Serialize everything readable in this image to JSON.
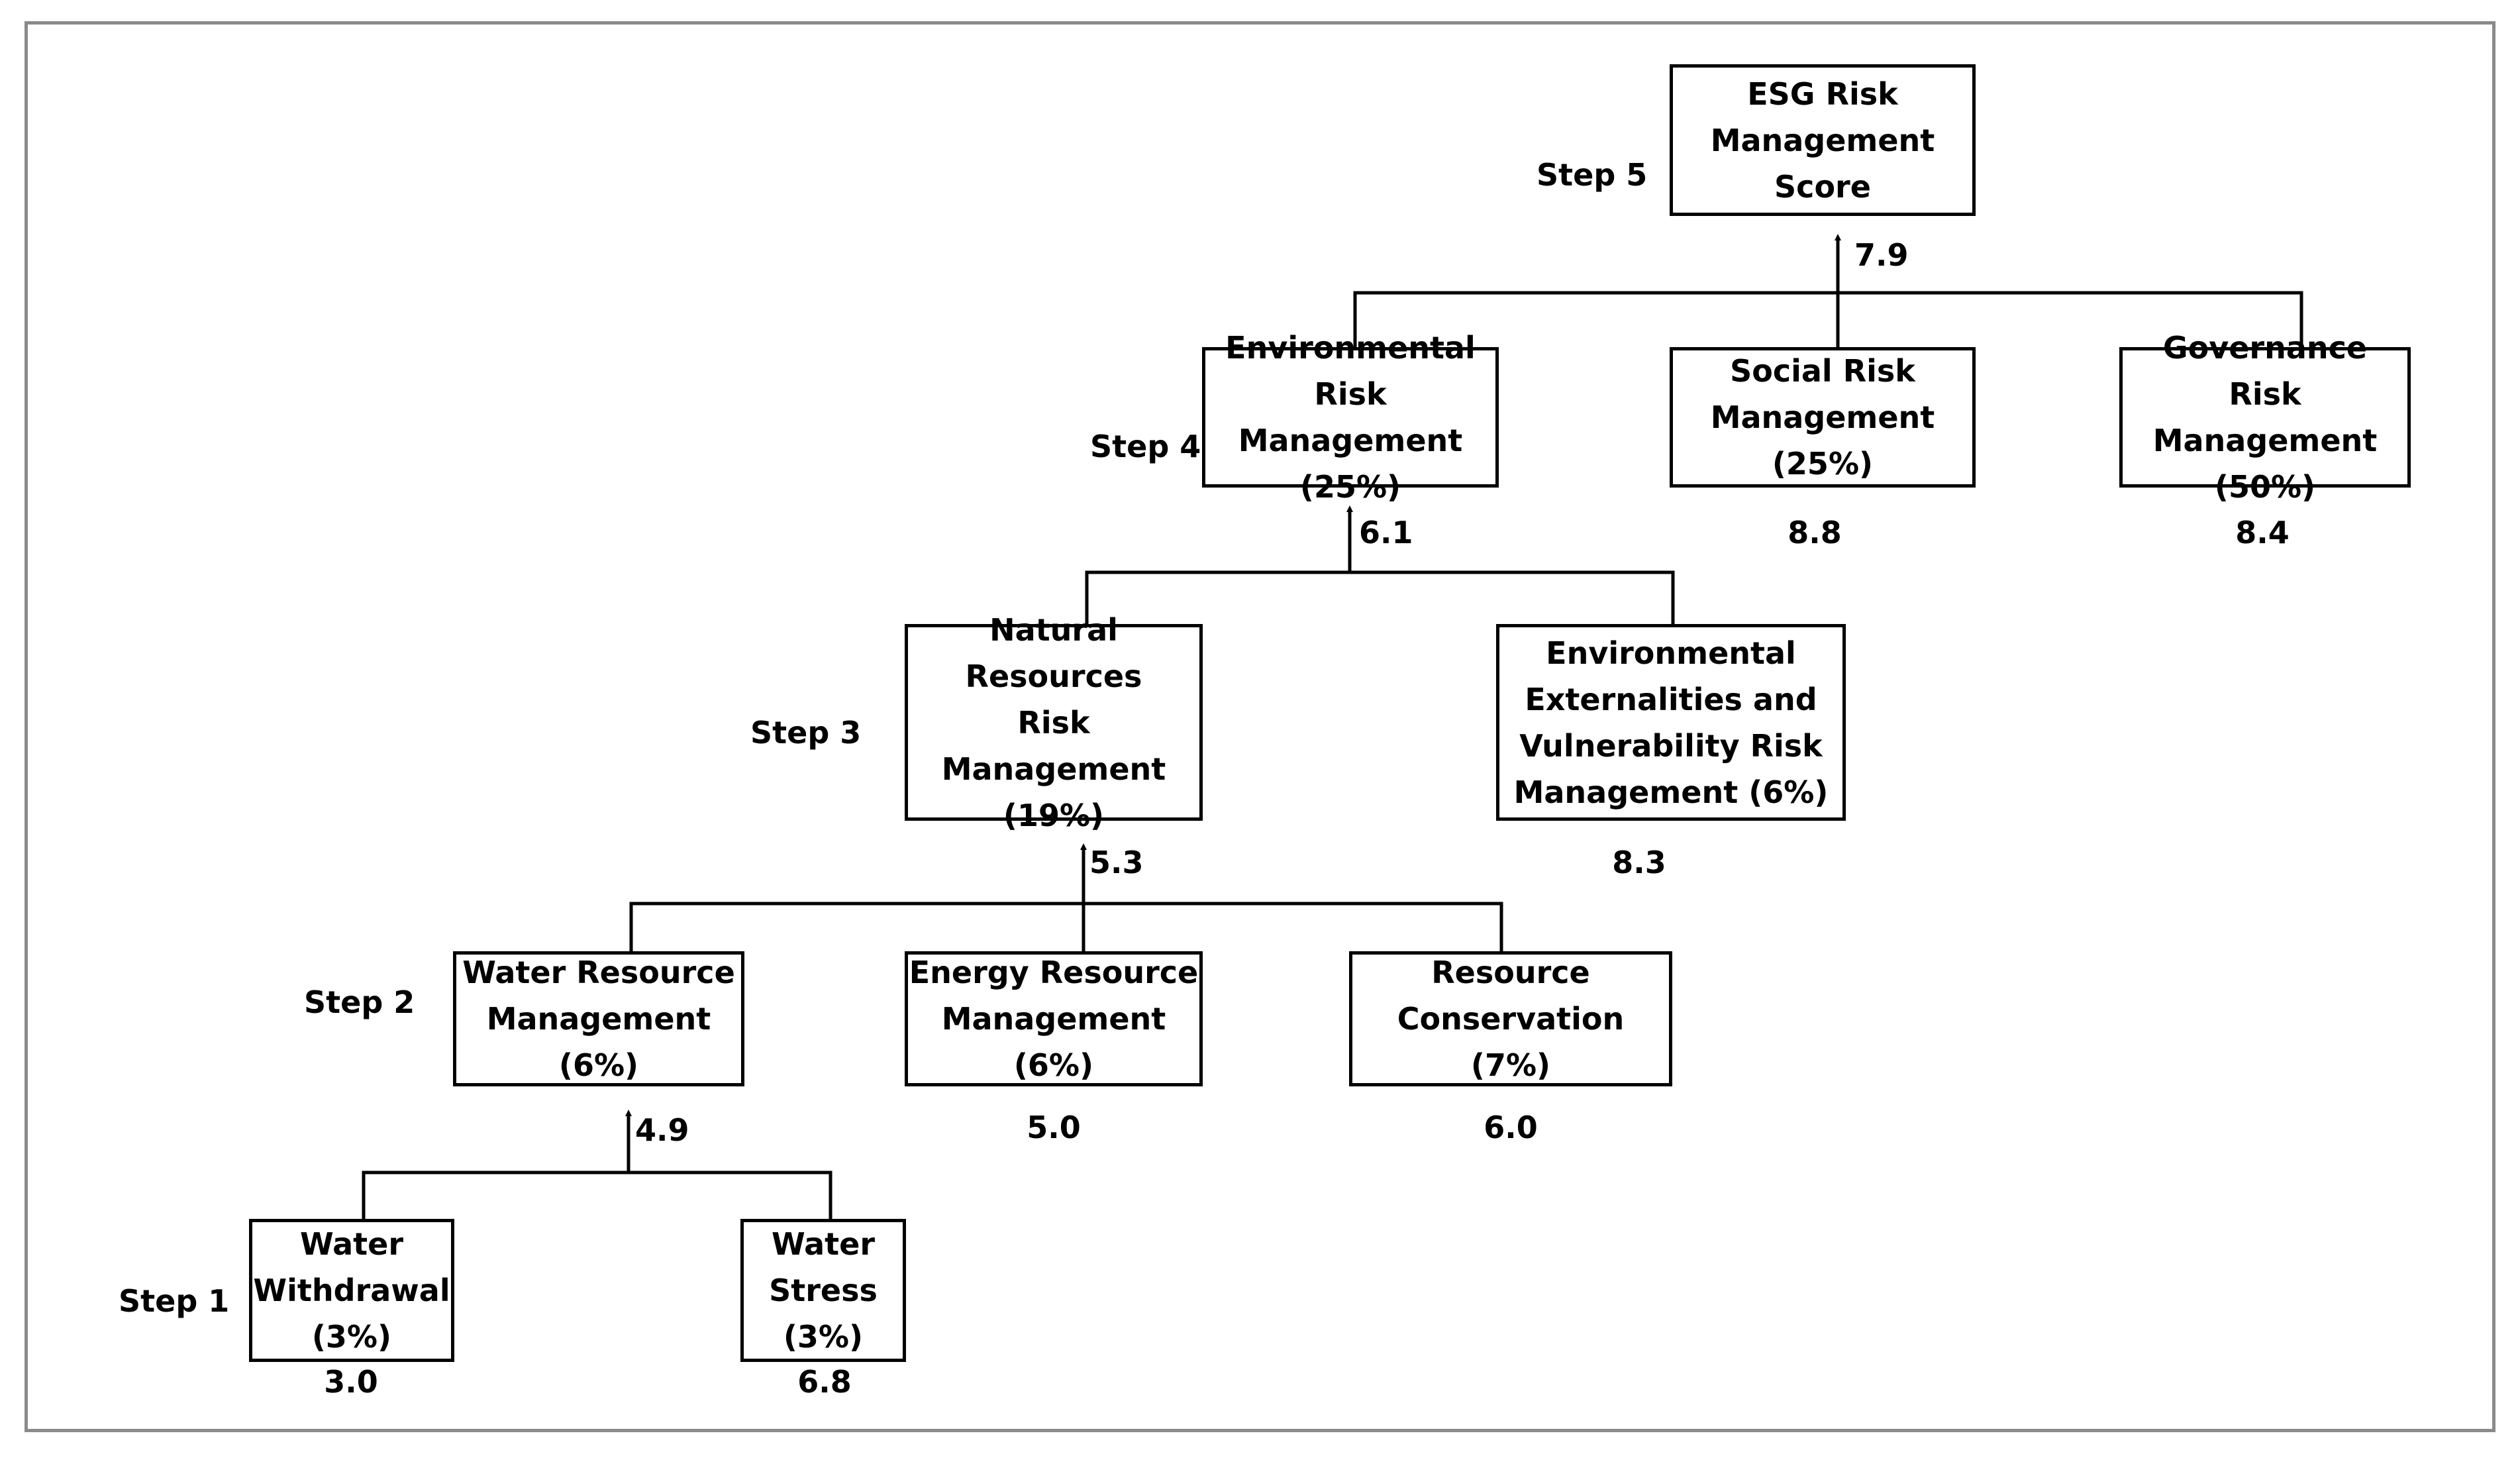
{
  "steps": {
    "step1": "Step 1",
    "step2": "Step 2",
    "step3": "Step 3",
    "step4": "Step 4",
    "step5": "Step 5"
  },
  "nodes": {
    "esg": {
      "label": "ESG Risk\nManagement\nScore",
      "score": "7.9"
    },
    "environmental": {
      "label": "Environmental\nRisk Management\n(25%)",
      "score": "6.1"
    },
    "social": {
      "label": "Social Risk\nManagement\n(25%)",
      "score": "8.8"
    },
    "governance": {
      "label": "Governance Risk\nManagement\n(50%)",
      "score": "8.4"
    },
    "natural_resources": {
      "label": "Natural Resources\nRisk Management\n(19%)",
      "score": "5.3"
    },
    "externalities": {
      "label": "Environmental\nExternalities and\nVulnerability Risk\nManagement (6%)",
      "score": "8.3"
    },
    "water_resource": {
      "label": "Water Resource\nManagement\n(6%)",
      "score": "4.9"
    },
    "energy_resource": {
      "label": "Energy Resource\nManagement\n(6%)",
      "score": "5.0"
    },
    "resource_conservation": {
      "label": "Resource\nConservation (7%)",
      "score": "6.0"
    },
    "water_withdrawal": {
      "label": "Water\nWithdrawal\n(3%)",
      "score": "3.0"
    },
    "water_stress": {
      "label": "Water\nStress\n(3%)",
      "score": "6.8"
    }
  }
}
